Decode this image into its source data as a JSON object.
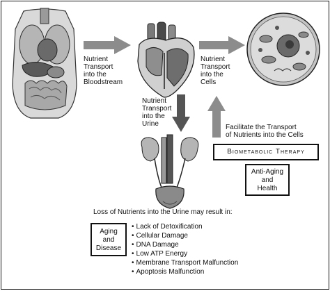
{
  "labels": {
    "to_bloodstream": "Nutrient\nTransport\ninto the\nBloodstream",
    "to_cells": "Nutrient\nTransport\ninto the\nCells",
    "to_urine": "Nutrient\nTransport\ninto the\nUrine",
    "facilitate": "Facilitate the Transport\nof Nutrients into the Cells",
    "therapy": "Biometabolic Therapy",
    "anti_aging": "Anti-Aging\nand\nHealth",
    "loss_heading": "Loss of Nutrients into the Urine may result in:",
    "aging_disease": "Aging\nand\nDisease"
  },
  "loss_effects": [
    "Lack of Detoxification",
    "Cellular Damage",
    "DNA Damage",
    "Low ATP Energy",
    "Membrane Transport Malfunction",
    "Apoptosis Malfunction"
  ],
  "icons": [
    "torso-organs-illustration",
    "heart-illustration",
    "cell-illustration",
    "kidney-bladder-illustration"
  ],
  "colors": {
    "arrow": "#8c8c8c",
    "arrow_dark": "#555555",
    "ink": "#111111"
  }
}
